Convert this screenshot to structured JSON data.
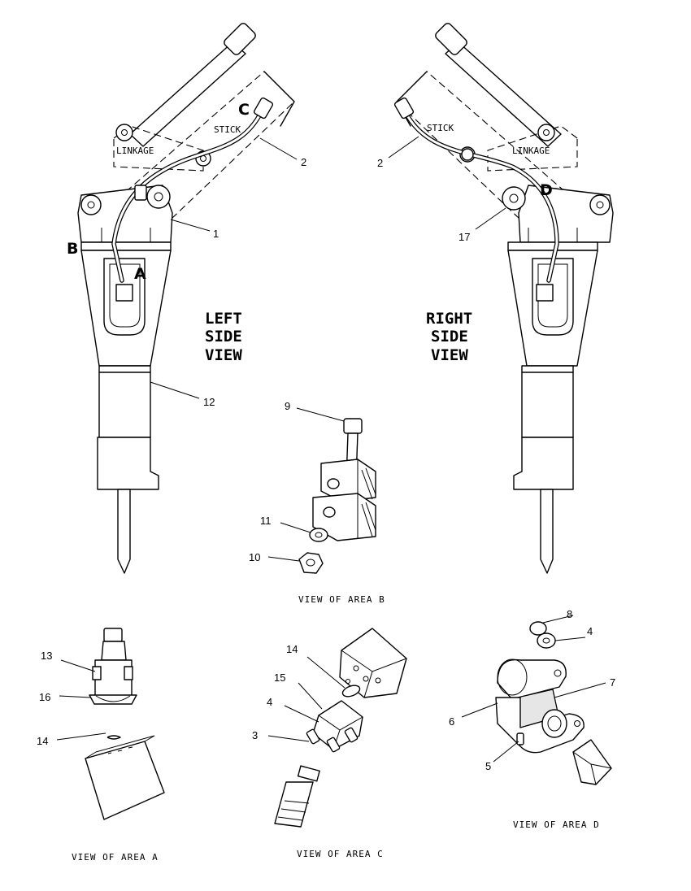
{
  "views": {
    "left": [
      "LEFT",
      "SIDE",
      "VIEW"
    ],
    "right": [
      "RIGHT",
      "SIDE",
      "VIEW"
    ]
  },
  "labels": {
    "linkage": "LINKAGE",
    "stick": "STICK"
  },
  "areas": {
    "a": "A",
    "b": "B",
    "c": "C",
    "d": "D"
  },
  "captions": {
    "area_a": "VIEW OF AREA A",
    "area_b": "VIEW OF AREA B",
    "area_c": "VIEW OF AREA C",
    "area_d": "VIEW OF AREA D"
  },
  "callouts": {
    "left": {
      "p1": "1",
      "p2": "2",
      "p12": "12"
    },
    "right": {
      "p2": "2",
      "p17": "17"
    },
    "area_b": {
      "p9": "9",
      "p10": "10",
      "p11": "11"
    },
    "area_a": {
      "p13": "13",
      "p14": "14",
      "p16": "16"
    },
    "area_c": {
      "p3": "3",
      "p4": "4",
      "p14": "14",
      "p15": "15"
    },
    "area_d": {
      "p4": "4",
      "p5": "5",
      "p6": "6",
      "p7": "7",
      "p8": "8"
    }
  }
}
